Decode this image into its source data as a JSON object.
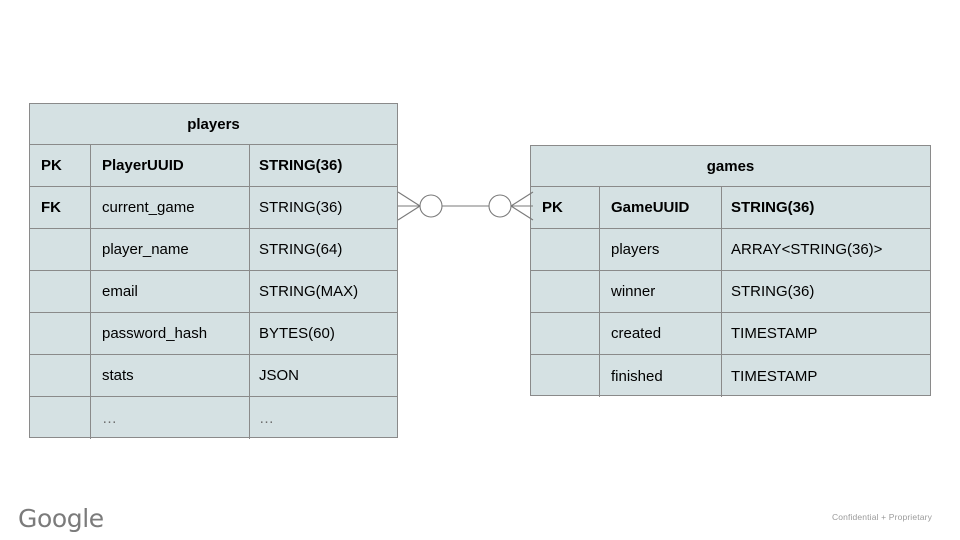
{
  "diagram": {
    "type": "entity-relationship-diagram",
    "colors": {
      "table_fill": "#d5e1e3",
      "table_border": "#8a8a8a",
      "connector_line": "#7a7a7a",
      "canvas": "#ffffff"
    },
    "tables": [
      {
        "name": "players",
        "columns": [
          {
            "key": "PK",
            "field": "PlayerUUID",
            "type": "STRING(36)",
            "emphasis": true
          },
          {
            "key": "FK",
            "field": "current_game",
            "type": "STRING(36)",
            "emphasis": false
          },
          {
            "key": "",
            "field": "player_name",
            "type": "STRING(64)",
            "emphasis": false
          },
          {
            "key": "",
            "field": "email",
            "type": "STRING(MAX)",
            "emphasis": false
          },
          {
            "key": "",
            "field": "password_hash",
            "type": "BYTES(60)",
            "emphasis": false
          },
          {
            "key": "",
            "field": "stats",
            "type": "JSON",
            "emphasis": false
          },
          {
            "key": "",
            "field": "…",
            "type": "…",
            "emphasis": false
          }
        ]
      },
      {
        "name": "games",
        "columns": [
          {
            "key": "PK",
            "field": "GameUUID",
            "type": "STRING(36)",
            "emphasis": true
          },
          {
            "key": "",
            "field": "players",
            "type": "ARRAY<STRING(36)>",
            "emphasis": false
          },
          {
            "key": "",
            "field": "winner",
            "type": "STRING(36)",
            "emphasis": false
          },
          {
            "key": "",
            "field": "created",
            "type": "TIMESTAMP",
            "emphasis": false
          },
          {
            "key": "",
            "field": "finished",
            "type": "TIMESTAMP",
            "emphasis": false
          }
        ]
      }
    ],
    "relationship": {
      "from": "players.current_game",
      "to": "games.GameUUID",
      "left_notation": "zero-or-many",
      "right_notation": "zero-or-many"
    }
  },
  "footer": {
    "logo_text": "Google",
    "confidential_text": "Confidential + Proprietary"
  }
}
